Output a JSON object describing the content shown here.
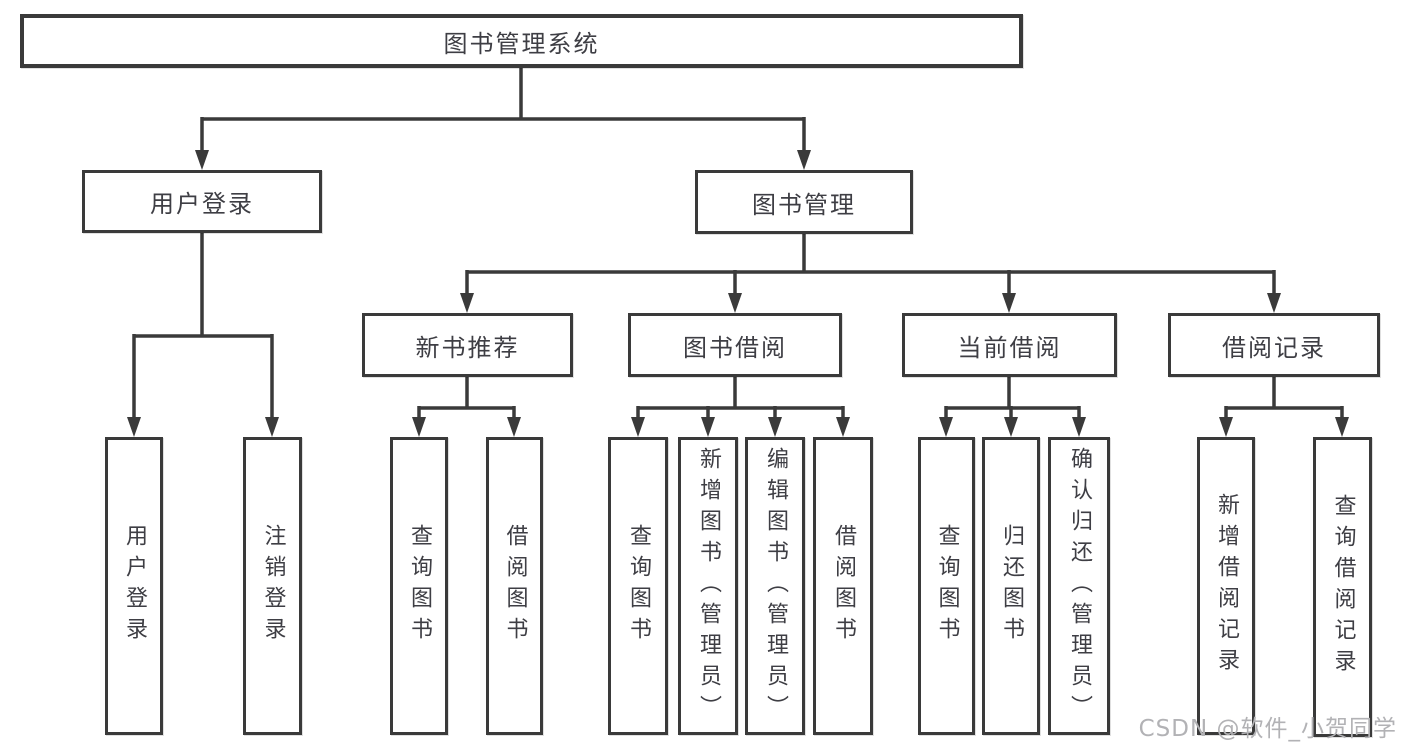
{
  "root": {
    "label": "图书管理系统"
  },
  "level2": [
    {
      "label": "用户登录"
    },
    {
      "label": "图书管理"
    }
  ],
  "level3": [
    {
      "label": "新书推荐"
    },
    {
      "label": "图书借阅"
    },
    {
      "label": "当前借阅"
    },
    {
      "label": "借阅记录"
    }
  ],
  "leaves": [
    {
      "label": "用户登录"
    },
    {
      "label": "注销登录"
    },
    {
      "label": "查询图书"
    },
    {
      "label": "借阅图书"
    },
    {
      "label": "查询图书"
    },
    {
      "label": "新增图书（管理员）"
    },
    {
      "label": "编辑图书（管理员）"
    },
    {
      "label": "借阅图书"
    },
    {
      "label": "查询图书"
    },
    {
      "label": "归还图书"
    },
    {
      "label": "确认归还（管理员）"
    },
    {
      "label": "新增借阅记录"
    },
    {
      "label": "查询借阅记录"
    }
  ],
  "watermark": "CSDN @软件_小贺同学",
  "colors": {
    "line": "#3a3a3a",
    "text": "#3e3e44",
    "background": "#ffffff",
    "watermark": "#b2b2b5"
  }
}
